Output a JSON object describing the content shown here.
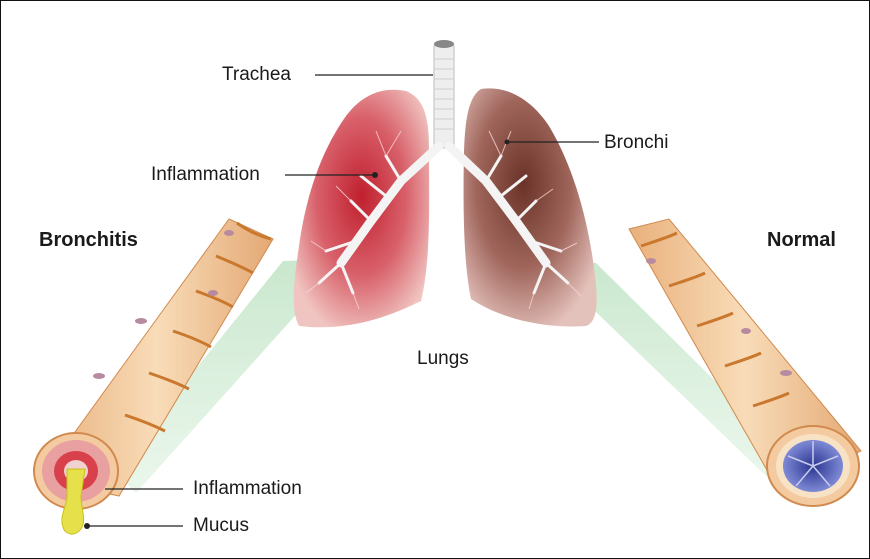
{
  "labels": {
    "trachea": "Trachea",
    "inflammation_top": "Inflammation",
    "bronchi": "Bronchi",
    "bronchitis": "Bronchitis",
    "normal": "Normal",
    "lungs": "Lungs",
    "inflammation_bottom": "Inflammation",
    "mucus": "Mucus"
  },
  "colors": {
    "inflamed_lung": "#c8424a",
    "normal_lung": "#8a4a40",
    "airway_tube": "#f3c79a",
    "airway_muscle": "#c9782e",
    "zoom_highlight": "#bfe3c4",
    "mucus": "#e6e04a",
    "healthy_lumen": "#4a57b0"
  }
}
